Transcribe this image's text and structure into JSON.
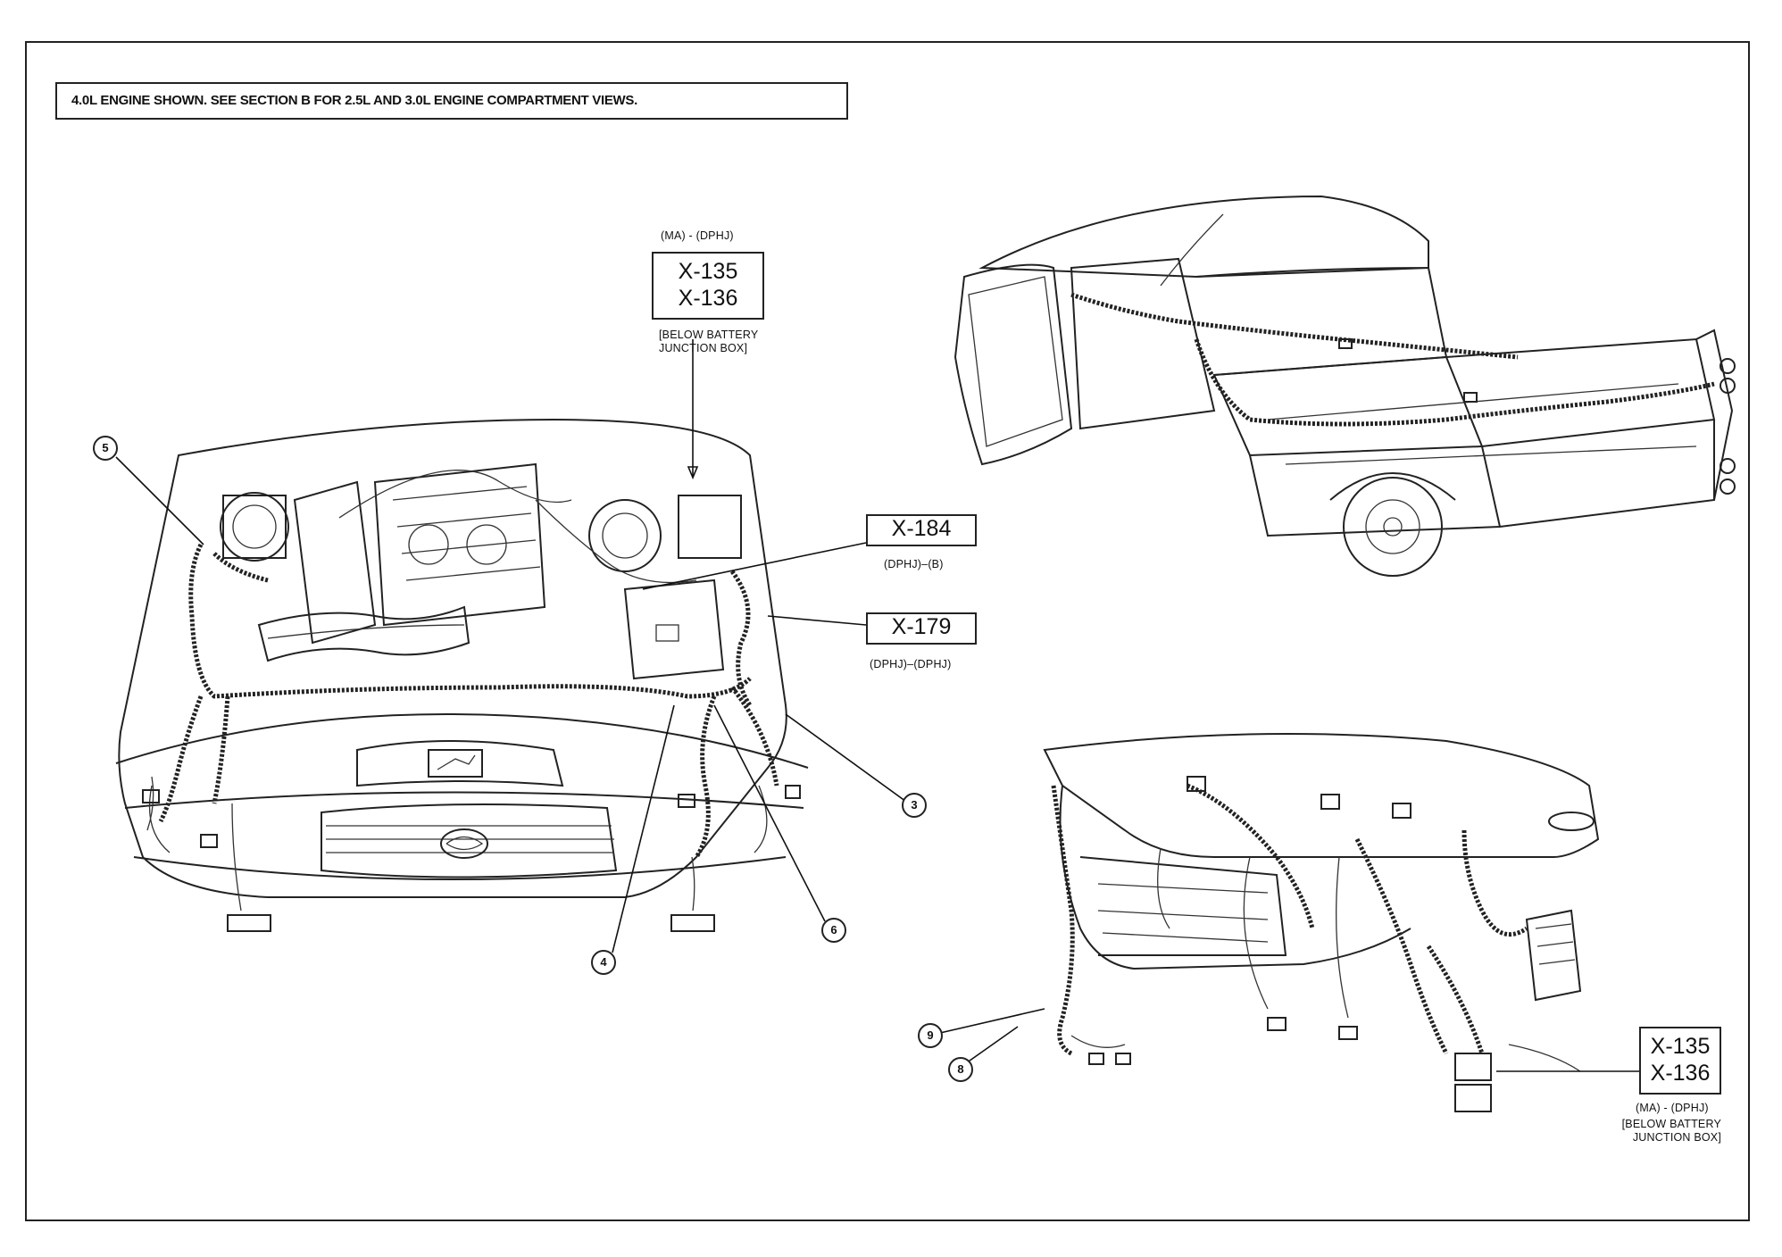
{
  "header_note": "4.0L ENGINE SHOWN. SEE SECTION B FOR 2.5L AND 3.0L ENGINE COMPARTMENT VIEWS.",
  "top_connector": {
    "code": "(MA) - (DPHJ)",
    "ids": [
      "X-135",
      "X-136"
    ],
    "location_line1": "[BELOW BATTERY",
    "location_line2": "JUNCTION BOX]"
  },
  "x184": {
    "id": "X-184",
    "code": "(DPHJ)–(B)"
  },
  "x179": {
    "id": "X-179",
    "code": "(DPHJ)–(DPHJ)"
  },
  "bottom_connector": {
    "ids": [
      "X-135",
      "X-136"
    ],
    "code": "(MA) - (DPHJ)",
    "location_line1": "[BELOW BATTERY",
    "location_line2": "JUNCTION BOX]"
  },
  "callouts": [
    "5",
    "3",
    "4",
    "6",
    "9",
    "8"
  ]
}
